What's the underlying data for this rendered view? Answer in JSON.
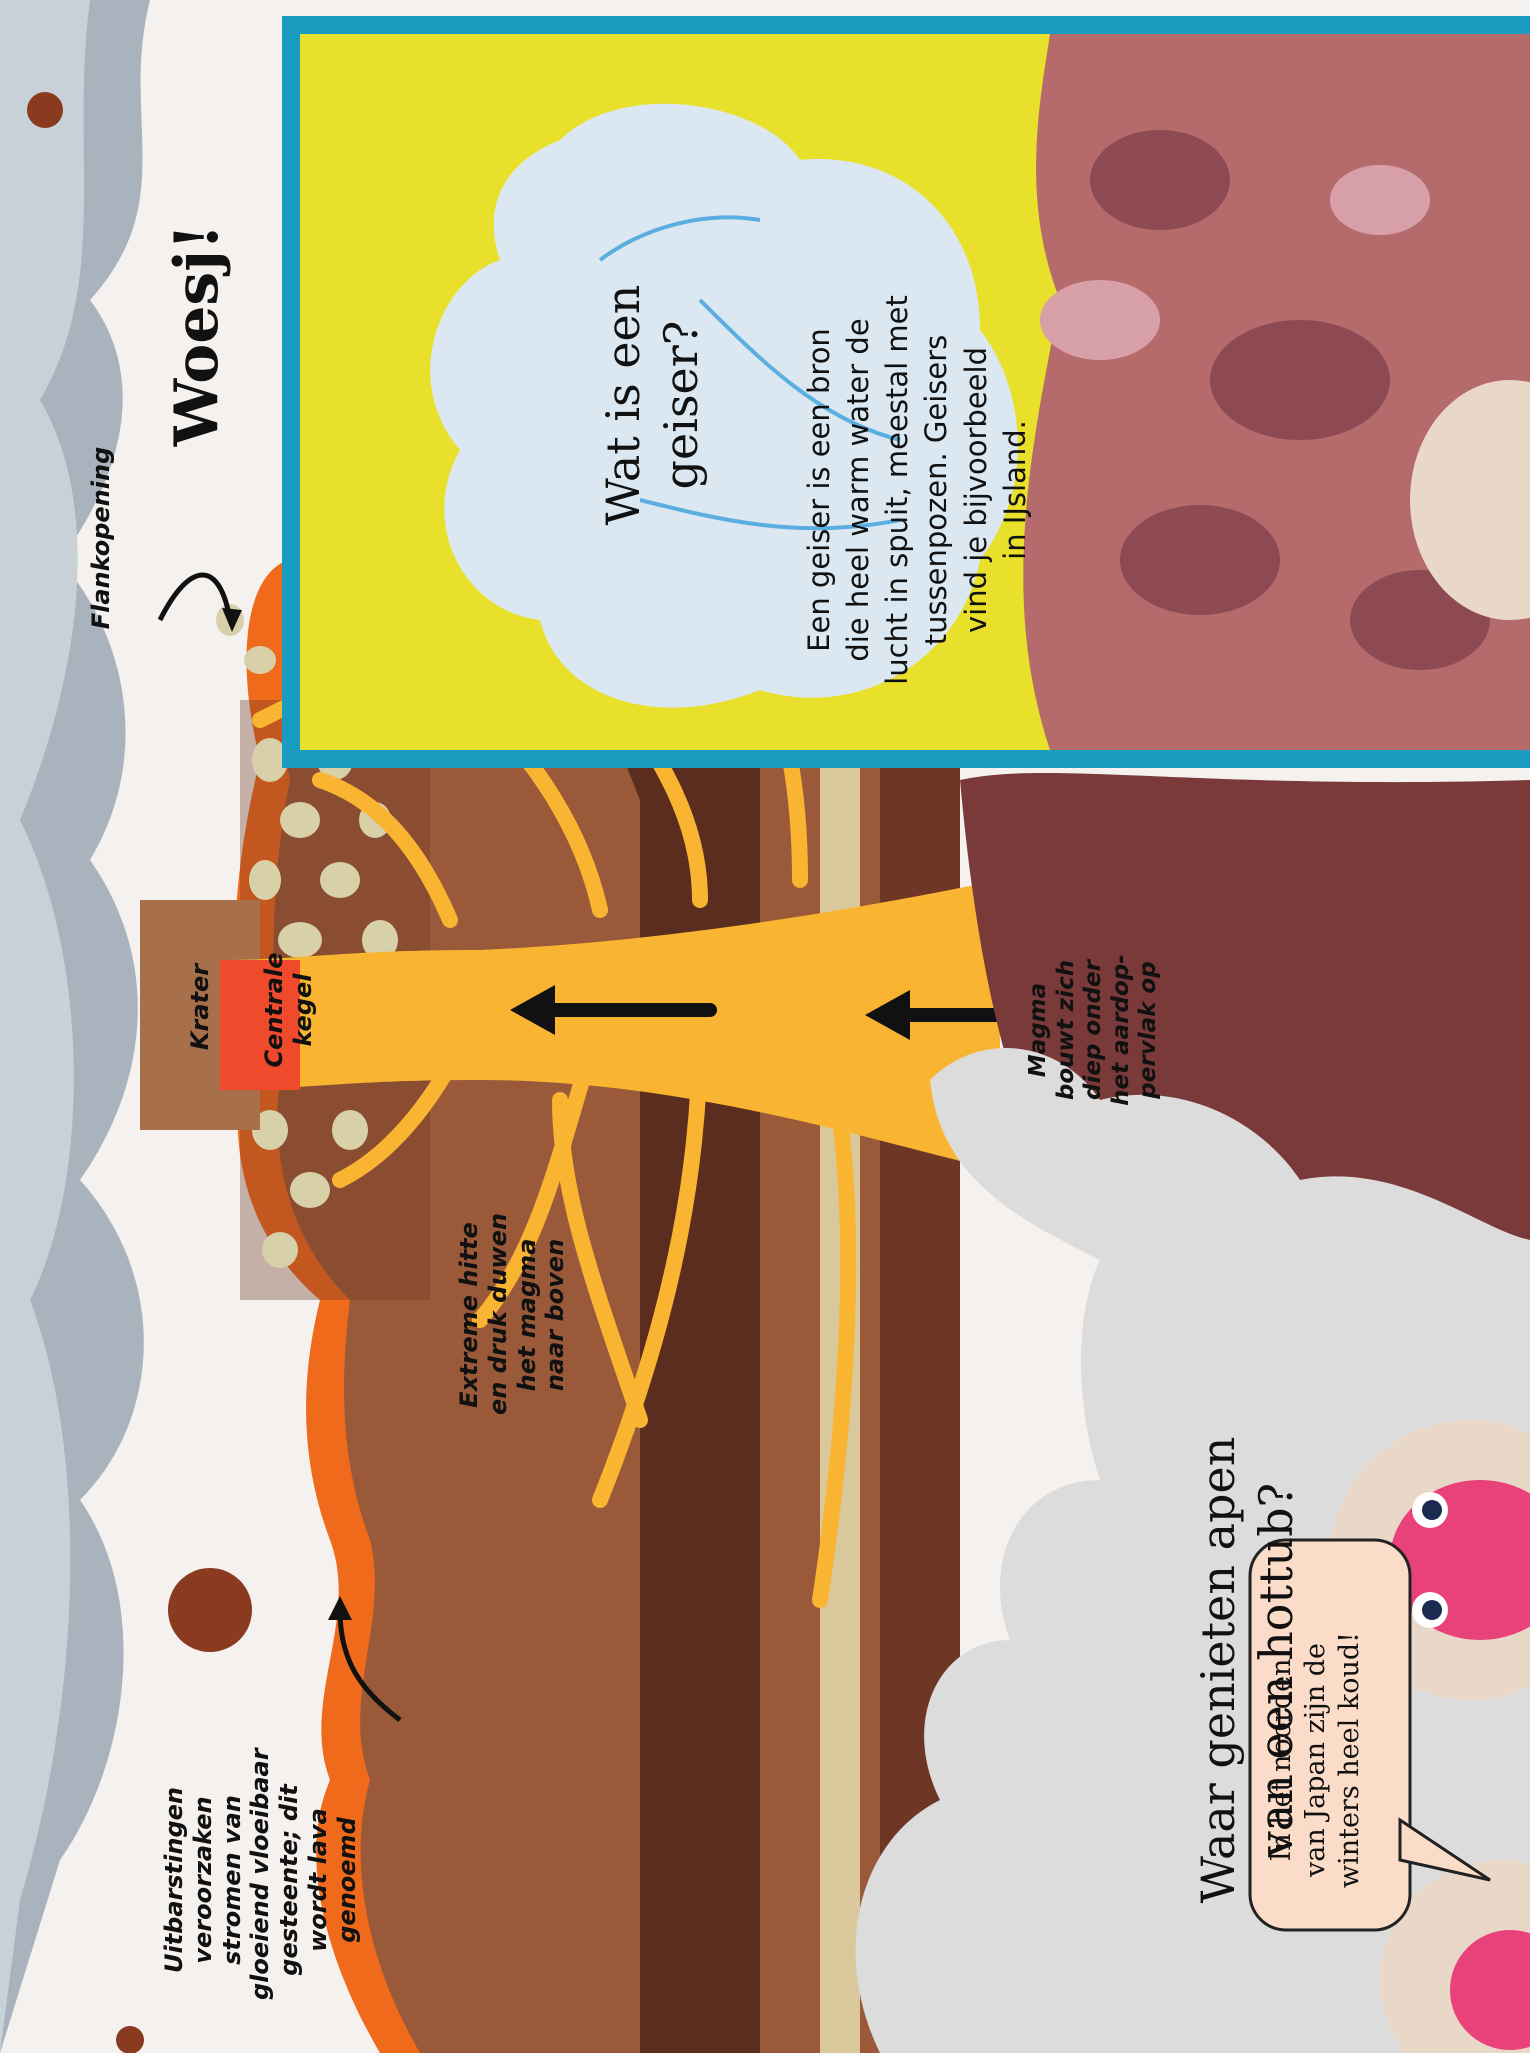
{
  "exclamation": "Woesj!",
  "labels": {
    "flank_opening": "Flankopening",
    "crater": "Krater",
    "central_cone": [
      "Centrale",
      "kegel"
    ],
    "magma_builds": [
      "Magma",
      "bouwt zich",
      "diep onder",
      "het aardop-",
      "pervlak op"
    ],
    "heat_pressure": [
      "Extreme hitte",
      "en druk duwen",
      "het magma",
      "naar boven"
    ],
    "eruptions": [
      "Uitbarstingen",
      "veroorzaken",
      "stromen van",
      "gloeiend vloeibaar",
      "gesteente; dit",
      "wordt lava",
      "genoemd"
    ]
  },
  "geyser_box": {
    "title": [
      "Wat is een",
      "geiser?"
    ],
    "text": [
      "Een geiser is een bron",
      "die heel warm water de",
      "lucht in spuit, meestal met",
      "tussenpozen. Geisers",
      "vind je bijvoorbeeld",
      "in IJsland."
    ]
  },
  "monkey_heading": [
    "Waar genieten apen",
    "van een hottub?"
  ],
  "speech_bubble": [
    "In het noorden",
    "van Japan zijn de",
    "winters heel koud!"
  ],
  "colors": {
    "lava": "#f06a1c",
    "magma": "#f9b531",
    "crust_dark": "#5a2d1e",
    "crust_mid": "#9a5a3a",
    "sky_box_border": "#1a9bc0",
    "sky_box_bg": "#e8e02a",
    "speech_bubble": "#fbdcc8",
    "monkey_face": "#e9417a"
  }
}
